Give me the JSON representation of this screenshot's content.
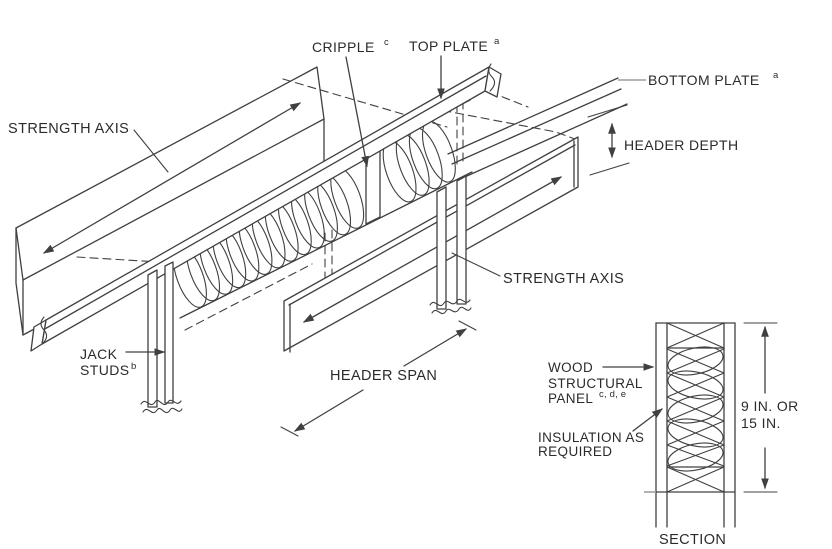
{
  "labels": {
    "strength_axis_left": "STRENGTH AXIS",
    "cripple": "CRIPPLE",
    "cripple_sup": "c",
    "top_plate": "TOP PLATE",
    "top_plate_sup": "a",
    "bottom_plate": "BOTTOM PLATE",
    "bottom_plate_sup": "a",
    "header_depth": "HEADER DEPTH",
    "strength_axis_right": "STRENGTH AXIS",
    "jack_line1": "JACK",
    "jack_line2": "STUDS",
    "jack_sup": "b",
    "header_span": "HEADER SPAN"
  },
  "section": {
    "panel_line1": "WOOD",
    "panel_line2": "STRUCTURAL",
    "panel_line3": "PANEL",
    "panel_sup": "c, d, e",
    "insulation_line1": "INSULATION AS",
    "insulation_line2": "REQUIRED",
    "dim_line1": "9 IN. OR",
    "dim_line2": "15 IN.",
    "caption": "SECTION"
  },
  "colors": {
    "line": "#404040",
    "leader_gray": "#9e9e9e",
    "text": "#2b2b2b",
    "background": "#ffffff"
  }
}
